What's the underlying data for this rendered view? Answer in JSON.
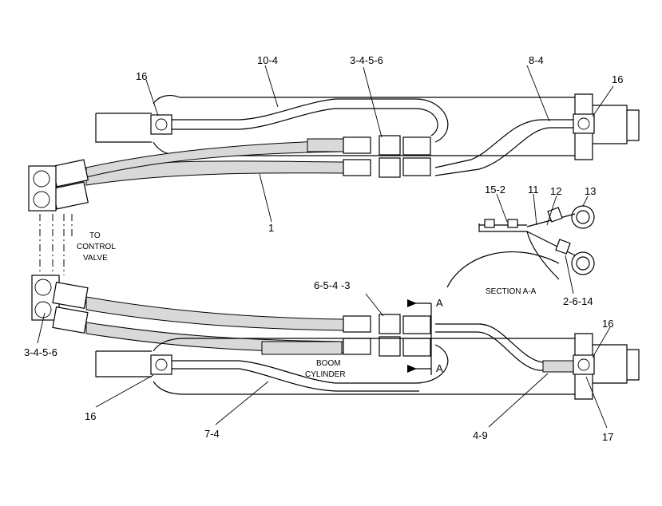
{
  "callouts": {
    "c16_top_left": "16",
    "c10_4": "10-4",
    "c3456_top": "3-4-5-6",
    "c8_4": "8-4",
    "c16_top_right": "16",
    "c1": "1",
    "c15_2": "15-2",
    "c11": "11",
    "c12": "12",
    "c13": "13",
    "c6543": "6-5-4 -3",
    "c2614": "2-6-14",
    "c3456_left": "3-4-5-6",
    "c16_bottom_right": "16",
    "c16_bottom_left": "16",
    "c7_4": "7-4",
    "c4_9": "4-9",
    "c17": "17",
    "section_mark_top": "A",
    "section_mark_bottom": "A"
  },
  "notes": {
    "to_control_valve_line1": "TO",
    "to_control_valve_line2": "CONTROL",
    "to_control_valve_line3": "VALVE",
    "section_label": "SECTION  A-A",
    "boom_cylinder_line1": "BOOM",
    "boom_cylinder_line2": "CYLINDER"
  }
}
